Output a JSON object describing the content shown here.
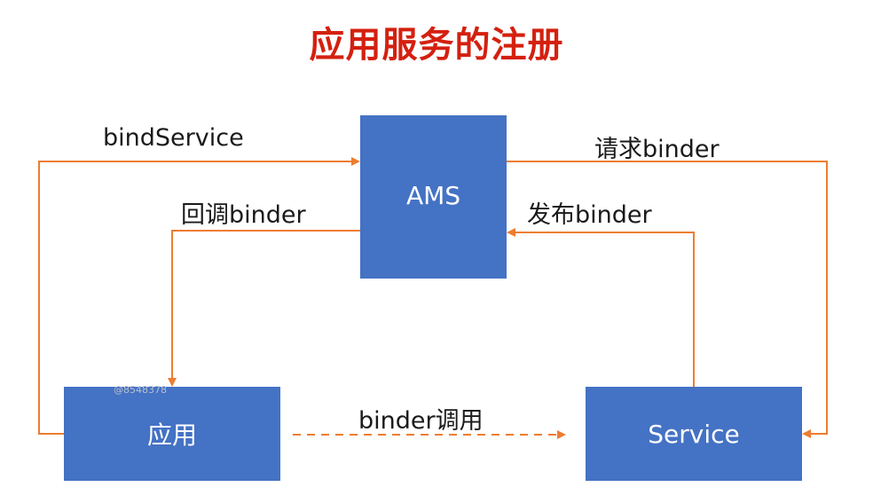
{
  "title": "应用服务的注册",
  "nodes": {
    "ams": "AMS",
    "app": "应用",
    "service": "Service"
  },
  "edges": {
    "bind_service": "bindService",
    "request_binder": "请求binder",
    "callback_binder": "回调binder",
    "publish_binder": "发布binder",
    "binder_call": "binder调用"
  },
  "watermark": "@8548378",
  "colors": {
    "title": "#d4200f",
    "node_fill": "#4472c4",
    "arrow": "#ed7d31"
  }
}
